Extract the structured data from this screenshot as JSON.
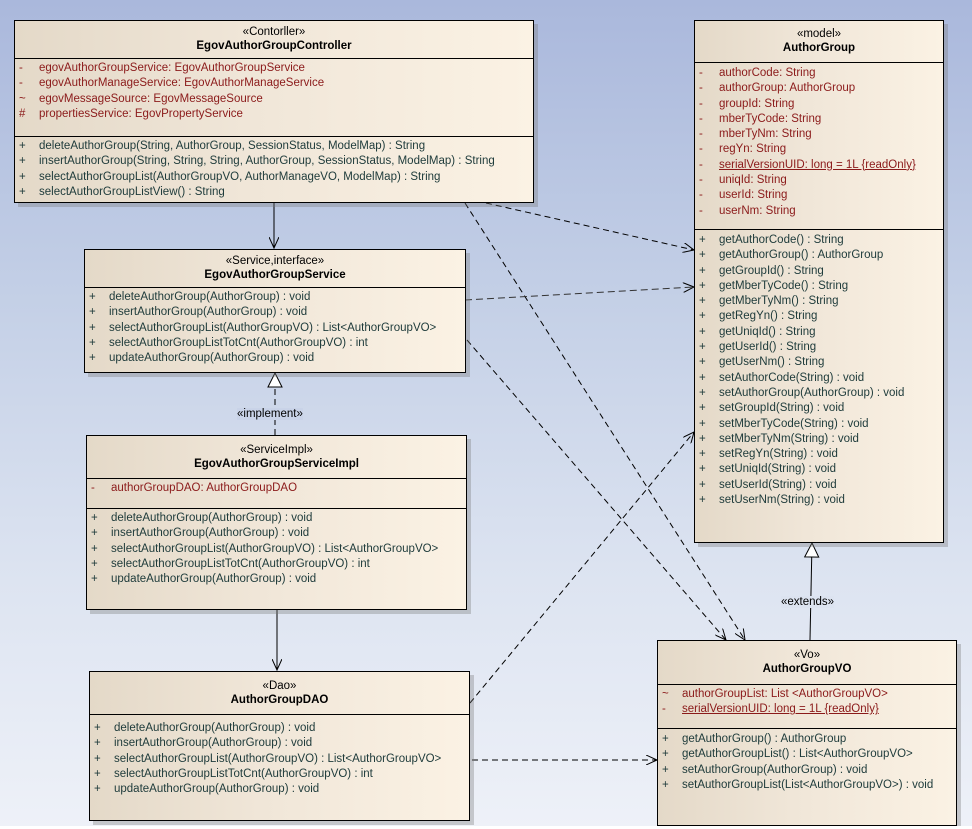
{
  "diagram": {
    "classes": {
      "controller": {
        "stereotype": "«Contorller»",
        "name": "EgovAuthorGroupController",
        "attributes": [
          {
            "vis": "-",
            "text": "egovAuthorGroupService:  EgovAuthorGroupService",
            "static": false
          },
          {
            "vis": "-",
            "text": "egovAuthorManageService:  EgovAuthorManageService",
            "static": false
          },
          {
            "vis": "~",
            "text": "egovMessageSource:  EgovMessageSource",
            "static": false
          },
          {
            "vis": "#",
            "text": "propertiesService:  EgovPropertyService",
            "static": false
          }
        ],
        "operations": [
          {
            "vis": "+",
            "text": "deleteAuthorGroup(String, AuthorGroup, SessionStatus, ModelMap) : String"
          },
          {
            "vis": "+",
            "text": "insertAuthorGroup(String, String, String, AuthorGroup, SessionStatus, ModelMap) : String"
          },
          {
            "vis": "+",
            "text": "selectAuthorGroupList(AuthorGroupVO, AuthorManageVO, ModelMap) : String"
          },
          {
            "vis": "+",
            "text": "selectAuthorGroupListView() : String"
          }
        ]
      },
      "service": {
        "stereotype": "«Service,interface»",
        "name": "EgovAuthorGroupService",
        "attributes": [],
        "operations": [
          {
            "vis": "+",
            "text": "deleteAuthorGroup(AuthorGroup) : void"
          },
          {
            "vis": "+",
            "text": "insertAuthorGroup(AuthorGroup) : void"
          },
          {
            "vis": "+",
            "text": "selectAuthorGroupList(AuthorGroupVO) : List<AuthorGroupVO>"
          },
          {
            "vis": "+",
            "text": "selectAuthorGroupListTotCnt(AuthorGroupVO) : int"
          },
          {
            "vis": "+",
            "text": "updateAuthorGroup(AuthorGroup) : void"
          }
        ]
      },
      "serviceimpl": {
        "stereotype": "«ServiceImpl»",
        "name": "EgovAuthorGroupServiceImpl",
        "attributes": [
          {
            "vis": "-",
            "text": "authorGroupDAO:  AuthorGroupDAO",
            "static": false
          }
        ],
        "operations": [
          {
            "vis": "+",
            "text": "deleteAuthorGroup(AuthorGroup) : void"
          },
          {
            "vis": "+",
            "text": "insertAuthorGroup(AuthorGroup) : void"
          },
          {
            "vis": "+",
            "text": "selectAuthorGroupList(AuthorGroupVO) : List<AuthorGroupVO>"
          },
          {
            "vis": "+",
            "text": "selectAuthorGroupListTotCnt(AuthorGroupVO) : int"
          },
          {
            "vis": "+",
            "text": "updateAuthorGroup(AuthorGroup) : void"
          }
        ]
      },
      "dao": {
        "stereotype": "«Dao»",
        "name": "AuthorGroupDAO",
        "attributes": [],
        "operations": [
          {
            "vis": "+",
            "text": "deleteAuthorGroup(AuthorGroup) : void"
          },
          {
            "vis": "+",
            "text": "insertAuthorGroup(AuthorGroup) : void"
          },
          {
            "vis": "+",
            "text": "selectAuthorGroupList(AuthorGroupVO) : List<AuthorGroupVO>"
          },
          {
            "vis": "+",
            "text": "selectAuthorGroupListTotCnt(AuthorGroupVO) : int"
          },
          {
            "vis": "+",
            "text": "updateAuthorGroup(AuthorGroup) : void"
          }
        ]
      },
      "model": {
        "stereotype": "«model»",
        "name": "AuthorGroup",
        "attributes": [
          {
            "vis": "-",
            "text": "authorCode:  String",
            "static": false
          },
          {
            "vis": "-",
            "text": "authorGroup:  AuthorGroup",
            "static": false
          },
          {
            "vis": "-",
            "text": "groupId:  String",
            "static": false
          },
          {
            "vis": "-",
            "text": "mberTyCode:  String",
            "static": false
          },
          {
            "vis": "-",
            "text": "mberTyNm:  String",
            "static": false
          },
          {
            "vis": "-",
            "text": "regYn:  String",
            "static": false
          },
          {
            "vis": "-",
            "text": "serialVersionUID:  long = 1L {readOnly}",
            "static": true
          },
          {
            "vis": "-",
            "text": "uniqId:  String",
            "static": false
          },
          {
            "vis": "-",
            "text": "userId:  String",
            "static": false
          },
          {
            "vis": "-",
            "text": "userNm:  String",
            "static": false
          }
        ],
        "operations": [
          {
            "vis": "+",
            "text": "getAuthorCode() : String"
          },
          {
            "vis": "+",
            "text": "getAuthorGroup() : AuthorGroup"
          },
          {
            "vis": "+",
            "text": "getGroupId() : String"
          },
          {
            "vis": "+",
            "text": "getMberTyCode() : String"
          },
          {
            "vis": "+",
            "text": "getMberTyNm() : String"
          },
          {
            "vis": "+",
            "text": "getRegYn() : String"
          },
          {
            "vis": "+",
            "text": "getUniqId() : String"
          },
          {
            "vis": "+",
            "text": "getUserId() : String"
          },
          {
            "vis": "+",
            "text": "getUserNm() : String"
          },
          {
            "vis": "+",
            "text": "setAuthorCode(String) : void"
          },
          {
            "vis": "+",
            "text": "setAuthorGroup(AuthorGroup) : void"
          },
          {
            "vis": "+",
            "text": "setGroupId(String) : void"
          },
          {
            "vis": "+",
            "text": "setMberTyCode(String) : void"
          },
          {
            "vis": "+",
            "text": "setMberTyNm(String) : void"
          },
          {
            "vis": "+",
            "text": "setRegYn(String) : void"
          },
          {
            "vis": "+",
            "text": "setUniqId(String) : void"
          },
          {
            "vis": "+",
            "text": "setUserId(String) : void"
          },
          {
            "vis": "+",
            "text": "setUserNm(String) : void"
          }
        ]
      },
      "vo": {
        "stereotype": "«Vo»",
        "name": "AuthorGroupVO",
        "attributes": [
          {
            "vis": "~",
            "text": "authorGroupList:  List <AuthorGroupVO>",
            "static": false
          },
          {
            "vis": "-",
            "text": "serialVersionUID:  long = 1L {readOnly}",
            "static": true
          }
        ],
        "operations": [
          {
            "vis": "+",
            "text": "getAuthorGroup() : AuthorGroup"
          },
          {
            "vis": "+",
            "text": "getAuthorGroupList() : List<AuthorGroupVO>"
          },
          {
            "vis": "+",
            "text": "setAuthorGroup(AuthorGroup) : void"
          },
          {
            "vis": "+",
            "text": "setAuthorGroupList(List<AuthorGroupVO>) : void"
          }
        ]
      }
    },
    "relationships": [
      {
        "from": "controller",
        "to": "service",
        "type": "association"
      },
      {
        "from": "controller",
        "to": "model",
        "type": "dependency"
      },
      {
        "from": "controller",
        "to": "vo",
        "type": "dependency"
      },
      {
        "from": "service",
        "to": "model",
        "type": "dependency"
      },
      {
        "from": "service",
        "to": "vo",
        "type": "dependency"
      },
      {
        "from": "serviceimpl",
        "to": "service",
        "type": "realization",
        "label": "«implement»"
      },
      {
        "from": "serviceimpl",
        "to": "dao",
        "type": "association"
      },
      {
        "from": "dao",
        "to": "model",
        "type": "dependency"
      },
      {
        "from": "dao",
        "to": "vo",
        "type": "dependency"
      },
      {
        "from": "vo",
        "to": "model",
        "type": "generalization",
        "label": "«extends»"
      }
    ],
    "colors": {
      "attribute_text": "#8b1a1a",
      "operation_text": "#1d3a3a",
      "line": "#000000"
    }
  }
}
